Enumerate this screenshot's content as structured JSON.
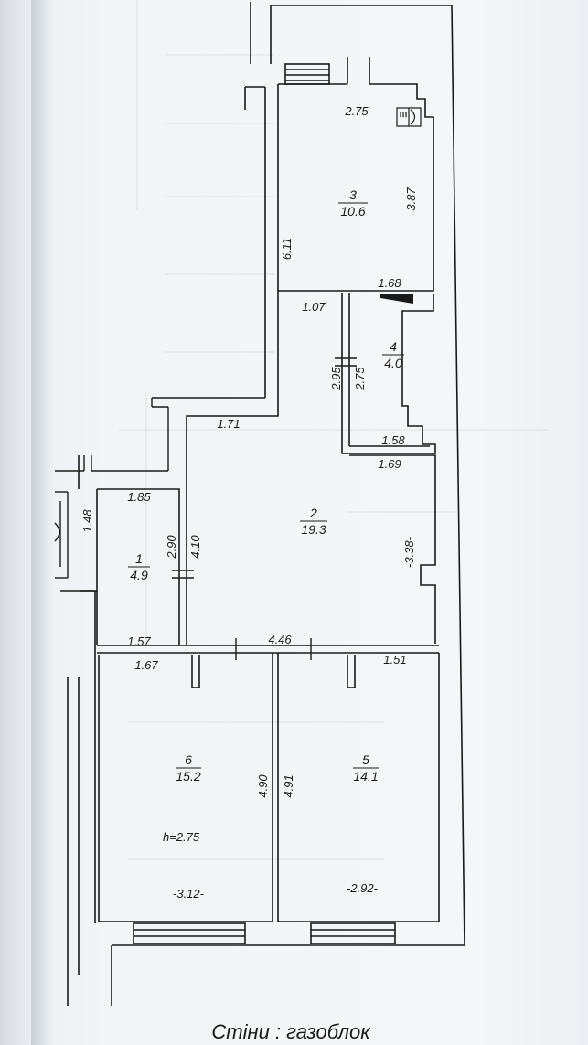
{
  "rooms": [
    {
      "number": "1",
      "area": "4.9"
    },
    {
      "number": "2",
      "area": "19.3"
    },
    {
      "number": "3",
      "area": "10.6"
    },
    {
      "number": "4",
      "area": "4.0"
    },
    {
      "number": "5",
      "area": "14.1"
    },
    {
      "number": "6",
      "area": "15.2"
    }
  ],
  "dimensions": {
    "r3_top": "-2.75-",
    "r3_right": "-3.87-",
    "corr_h": "6.11",
    "d168": "1.68",
    "d107": "1.07",
    "r4_a": "2.95",
    "r4_b": "2.75",
    "r4_bottom": "1.58",
    "d171": "1.71",
    "d169": "1.69",
    "d185": "1.85",
    "d148": "1.48",
    "d290": "2.90",
    "d410": "4.10",
    "r2_right": "-3.38-",
    "d157": "1.57",
    "d446": "4.46",
    "d167": "1.67",
    "d151": "1.51",
    "d490": "4.90",
    "d491": "4.91",
    "r6_bottom": "-3.12-",
    "r5_bottom": "-2.92-"
  },
  "height_note": "h=2.75",
  "caption": "Стіни : газоблок",
  "colors": {
    "ink": "#1a1a1a",
    "paper": "#f2f4f6"
  }
}
